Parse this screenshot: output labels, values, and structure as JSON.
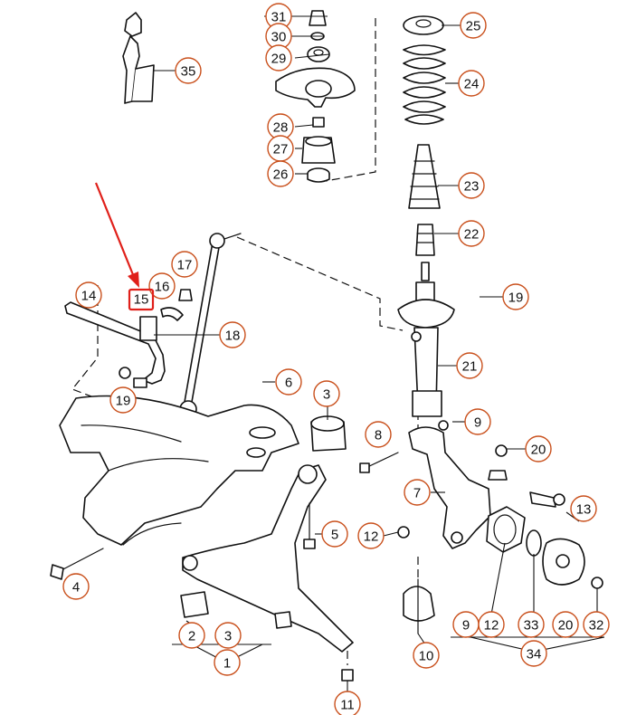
{
  "diagram": {
    "highlight_color": "#e0201a",
    "callout_color": "#c9501c",
    "highlighted_part": "15",
    "callouts": [
      {
        "id": "c31",
        "label": "31"
      },
      {
        "id": "c30",
        "label": "30"
      },
      {
        "id": "c29",
        "label": "29"
      },
      {
        "id": "c28",
        "label": "28"
      },
      {
        "id": "c27",
        "label": "27"
      },
      {
        "id": "c26",
        "label": "26"
      },
      {
        "id": "c25",
        "label": "25"
      },
      {
        "id": "c24",
        "label": "24"
      },
      {
        "id": "c23",
        "label": "23"
      },
      {
        "id": "c22",
        "label": "22"
      },
      {
        "id": "c19a",
        "label": "19"
      },
      {
        "id": "c21",
        "label": "21"
      },
      {
        "id": "c35",
        "label": "35"
      },
      {
        "id": "c14",
        "label": "14"
      },
      {
        "id": "c17",
        "label": "17"
      },
      {
        "id": "c16",
        "label": "16"
      },
      {
        "id": "c18",
        "label": "18"
      },
      {
        "id": "c19b",
        "label": "19"
      },
      {
        "id": "c6",
        "label": "6"
      },
      {
        "id": "c3a",
        "label": "3"
      },
      {
        "id": "c9a",
        "label": "9"
      },
      {
        "id": "c8",
        "label": "8"
      },
      {
        "id": "c20a",
        "label": "20"
      },
      {
        "id": "c7",
        "label": "7"
      },
      {
        "id": "c13",
        "label": "13"
      },
      {
        "id": "c5",
        "label": "5"
      },
      {
        "id": "c12a",
        "label": "12"
      },
      {
        "id": "c4",
        "label": "4"
      },
      {
        "id": "c2",
        "label": "2"
      },
      {
        "id": "c3b",
        "label": "3"
      },
      {
        "id": "c1",
        "label": "1"
      },
      {
        "id": "c10",
        "label": "10"
      },
      {
        "id": "c11",
        "label": "11"
      },
      {
        "id": "c9b",
        "label": "9"
      },
      {
        "id": "c12b",
        "label": "12"
      },
      {
        "id": "c33",
        "label": "33"
      },
      {
        "id": "c20b",
        "label": "20"
      },
      {
        "id": "c32",
        "label": "32"
      },
      {
        "id": "c34",
        "label": "34"
      }
    ],
    "boxed_label": "15"
  }
}
